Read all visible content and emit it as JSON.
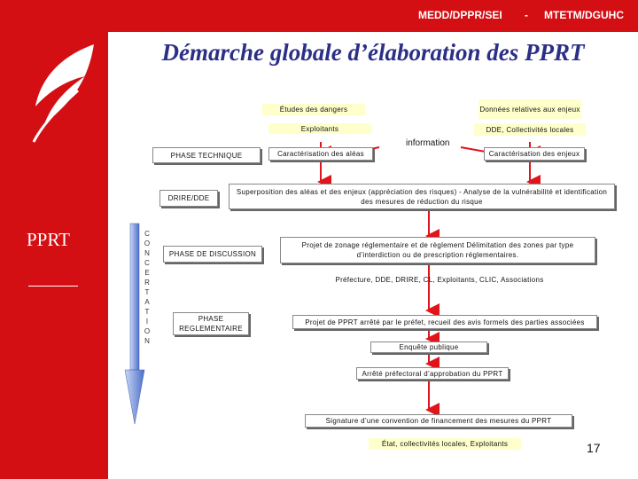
{
  "header": {
    "left": "MEDD/DPPR/SEI",
    "separator": "-",
    "right": "MTETM/DGUHC"
  },
  "title": "Démarche globale d’élaboration des PPRT",
  "sidebar": {
    "label": "PPRT"
  },
  "concertation_letters": [
    "C",
    "O",
    "N",
    "C",
    "E",
    "R",
    "T",
    "A",
    "T",
    "I",
    "O",
    "N"
  ],
  "nodes": {
    "etudes_dangers": "Études des dangers",
    "donnees_enjeux": "Données relatives aux enjeux",
    "exploitants": "Exploitants",
    "dde_collectivites": "DDE, Collectivités locales",
    "information": "information",
    "phase_technique": "PHASE TECHNIQUE",
    "caracterisation_aleas": "Caractérisation des aléas",
    "caracterisation_enjeux": "Caractérisation des enjeux",
    "drire_dde": "DRIRE/DDE",
    "superposition": "Superposition des aléas et des enjeux (appréciation des risques) - Analyse de la vulnérabilité et identification des mesures de réduction du risque",
    "phase_discussion": "PHASE DE DISCUSSION",
    "projet_zonage": "Projet de zonage réglementaire et de règlement Délimitation des zones par type d’interdiction ou de prescription réglementaires.",
    "acteurs_discussion": "Préfecture, DDE, DRIRE, CL, Exploitants, CLIC, Associations",
    "phase_reglementaire": "PHASE REGLEMENTAIRE",
    "projet_arrete": "Projet de PPRT arrêté par le préfet, recueil des avis formels des parties associées",
    "enquete": "Enquête publique",
    "arrete_prefectoral": "Arrêté préfectoral d’approbation du PPRT",
    "signature": "Signature d’une convention de financement des mesures du PPRT",
    "financeurs": "État, collectivités locales, Exploitants"
  },
  "page_number": "17",
  "colors": {
    "brand_red": "#d40f14",
    "title_blue": "#2b2f86",
    "arrow_red": "#e0141a",
    "timeline_blue": "#6f8fd8",
    "note_yellow": "#ffffcc"
  }
}
